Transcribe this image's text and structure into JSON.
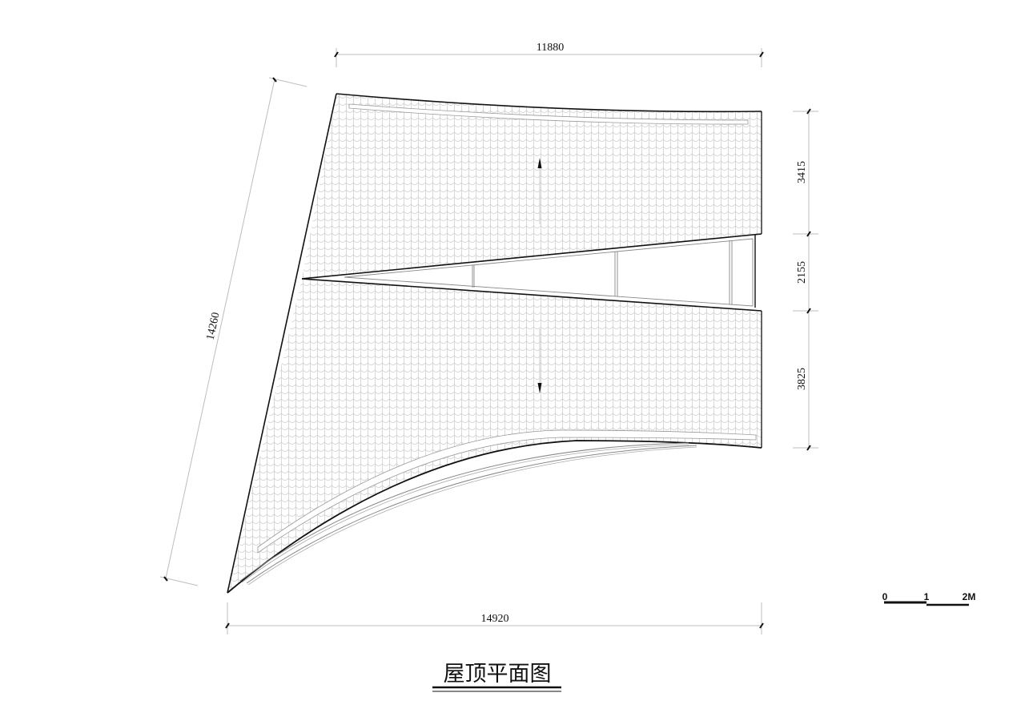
{
  "drawing": {
    "title": "屋顶平面图",
    "type": "roof plan"
  },
  "dimensions": {
    "top_width": "11880",
    "bottom_width": "14920",
    "left_diagonal": "14260",
    "right_upper": "3415",
    "right_middle": "2155",
    "right_lower": "3825"
  },
  "scale_bar": {
    "label_0": "0",
    "label_1": "1",
    "label_2": "2M"
  },
  "colors": {
    "outline": "#111111",
    "tile_lines": "#c8c8c8",
    "dim_lines": "#bdbdbd",
    "background": "#ffffff"
  }
}
